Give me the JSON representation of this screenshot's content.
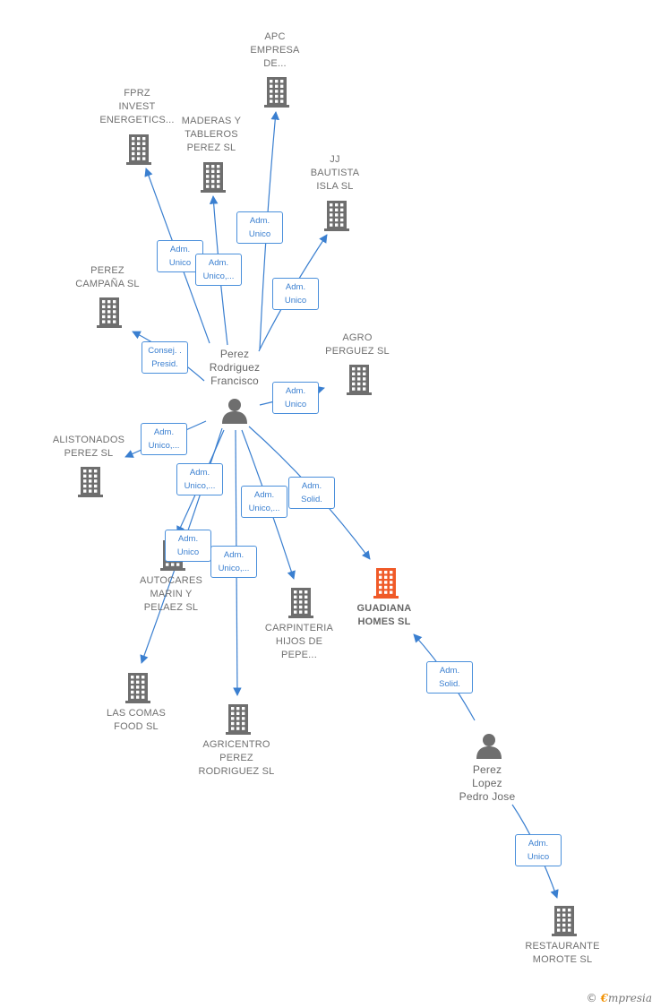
{
  "colors": {
    "edge": "#3a7fd0",
    "building": "#6e6e6e",
    "building_highlight": "#f05a28",
    "person": "#6e6e6e",
    "label": "#707070"
  },
  "people": [
    {
      "id": "prf",
      "label": "Perez\nRodriguez\nFrancisco"
    },
    {
      "id": "plp",
      "label": "Perez\nLopez\nPedro Jose"
    }
  ],
  "companies": [
    {
      "id": "apc",
      "label": "APC\nEMPRESA\nDE..."
    },
    {
      "id": "fprz",
      "label": "FPRZ\nINVEST\nENERGETICS..."
    },
    {
      "id": "maderas",
      "label": "MADERAS Y\nTABLEROS\nPEREZ  SL"
    },
    {
      "id": "jj",
      "label": "JJ\nBAUTISTA\nISLA  SL"
    },
    {
      "id": "campana",
      "label": "PEREZ\nCAMPAÑA  SL"
    },
    {
      "id": "agro",
      "label": "AGRO\nPERGUEZ  SL"
    },
    {
      "id": "alistonados",
      "label": "ALISTONADOS\nPEREZ  SL"
    },
    {
      "id": "autocares",
      "label": "AUTOCARES\nMARIN Y\nPELAEZ SL"
    },
    {
      "id": "guadiana",
      "label": "GUADIANA\nHOMES  SL",
      "highlight": true
    },
    {
      "id": "carpinteria",
      "label": "CARPINTERIA\nHIJOS DE\nPEPE..."
    },
    {
      "id": "lascomas",
      "label": "LAS COMAS\nFOOD  SL"
    },
    {
      "id": "agricentro",
      "label": "AGRICENTRO\nPEREZ\nRODRIGUEZ SL"
    },
    {
      "id": "morote",
      "label": "RESTAURANTE\nMOROTE  SL"
    }
  ],
  "relations": [
    {
      "from": "prf",
      "to": "apc",
      "label": "Adm.\nUnico"
    },
    {
      "from": "prf",
      "to": "fprz",
      "label": "Adm.\nUnico"
    },
    {
      "from": "prf",
      "to": "maderas",
      "label": "Adm.\nUnico,..."
    },
    {
      "from": "prf",
      "to": "jj",
      "label": "Adm.\nUnico"
    },
    {
      "from": "prf",
      "to": "campana",
      "label": "Consej. .\nPresid."
    },
    {
      "from": "prf",
      "to": "agro",
      "label": "Adm.\nUnico"
    },
    {
      "from": "prf",
      "to": "alistonados",
      "label": "Adm.\nUnico,..."
    },
    {
      "from": "prf",
      "to": "autocares",
      "label": "Adm.\nUnico,..."
    },
    {
      "from": "prf",
      "to": "lascomas",
      "label": "Adm.\nUnico"
    },
    {
      "from": "prf",
      "to": "agricentro",
      "label": "Adm.\nUnico,..."
    },
    {
      "from": "prf",
      "to": "carpinteria",
      "label": "Adm.\nUnico,..."
    },
    {
      "from": "prf",
      "to": "guadiana",
      "label": "Adm.\nSolid."
    },
    {
      "from": "plp",
      "to": "guadiana",
      "label": "Adm.\nSolid."
    },
    {
      "from": "plp",
      "to": "morote",
      "label": "Adm.\nUnico"
    }
  ],
  "brand": {
    "copyright": "©",
    "initial": "€",
    "name": "mpresia"
  }
}
